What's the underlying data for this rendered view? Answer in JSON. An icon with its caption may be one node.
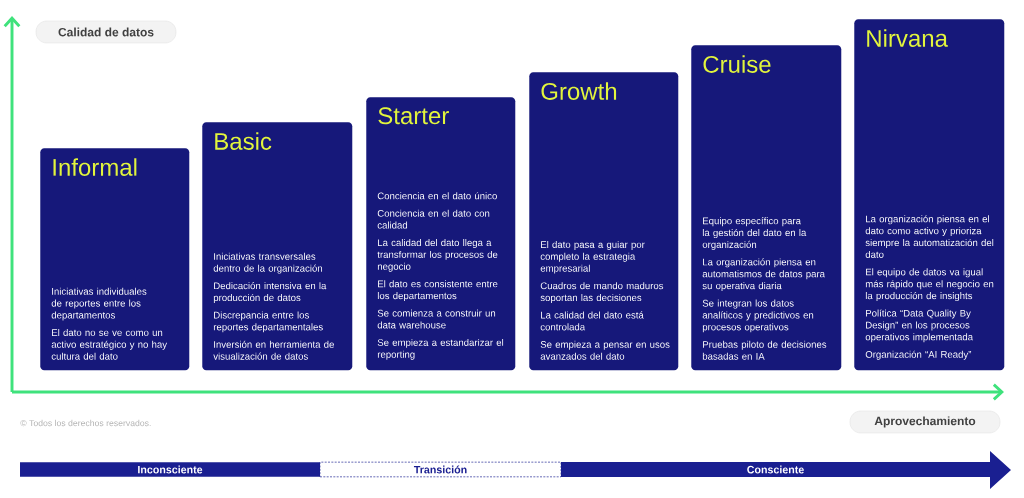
{
  "diagram": {
    "nodes": [
      {
        "text": [
          "Informal",
          "Iniciativas individuales de reportes entre los departamentos",
          "El dato no se ve como un activo estratégico y no hay cultura del dato"
        ]
      },
      {
        "text": [
          "Basic",
          "Iniciativas transversales dentro de la organización",
          "Dedicación intensiva en la producción de datos",
          "Discrepancia entre los reportes departamentales",
          "Inversión en herramienta de visualización de datos"
        ]
      },
      {
        "text": [
          "Starter",
          "Conciencia en el dato único",
          "Conciencia en el dato con calidad",
          "La calidad del dato llega a transformar los procesos de negocio",
          "El dato es consistente entre los departamentos",
          "Se comienza a construir un data warehouse",
          "Se empieza a estandarizar el reporting"
        ]
      },
      {
        "text": [
          "Growth",
          "El dato pasa a guiar por completo la estrategia empresarial",
          "Cuadros de mando maduros soportan las decisiones",
          "La calidad del dato está controlada",
          "Se empieza a pensar en usos avanzados del dato"
        ]
      },
      {
        "text": [
          "Cruise",
          "Equipo específico para la gestión del dato en la organización",
          "La organización piensa en automatismos de datos para su operativa diaria",
          "Se integran los datos analíticos y predictivos en procesos operativos",
          "Pruebas piloto de decisiones basadas en IA"
        ]
      },
      {
        "text": [
          "Nirvana",
          "La organización piensa en el dato como activo y prioriza siempre la automatización del dato",
          "El equipo de datos va igual más rápido que el negocio en la producción de insights",
          "Política “Data Quality By Design” en los procesos operativos implementada",
          "Organización “AI Ready”"
        ]
      },
      {
        "text": [
          "Calidad de datos"
        ]
      },
      {
        "text": [
          "Aprovechamiento"
        ]
      },
      {
        "text": [
          "Inconsciente"
        ]
      },
      {
        "text": [
          "Transición"
        ]
      },
      {
        "text": [
          "Consciente"
        ]
      }
    ],
    "labels": [
      "© Todos los derechos reservados."
    ]
  }
}
